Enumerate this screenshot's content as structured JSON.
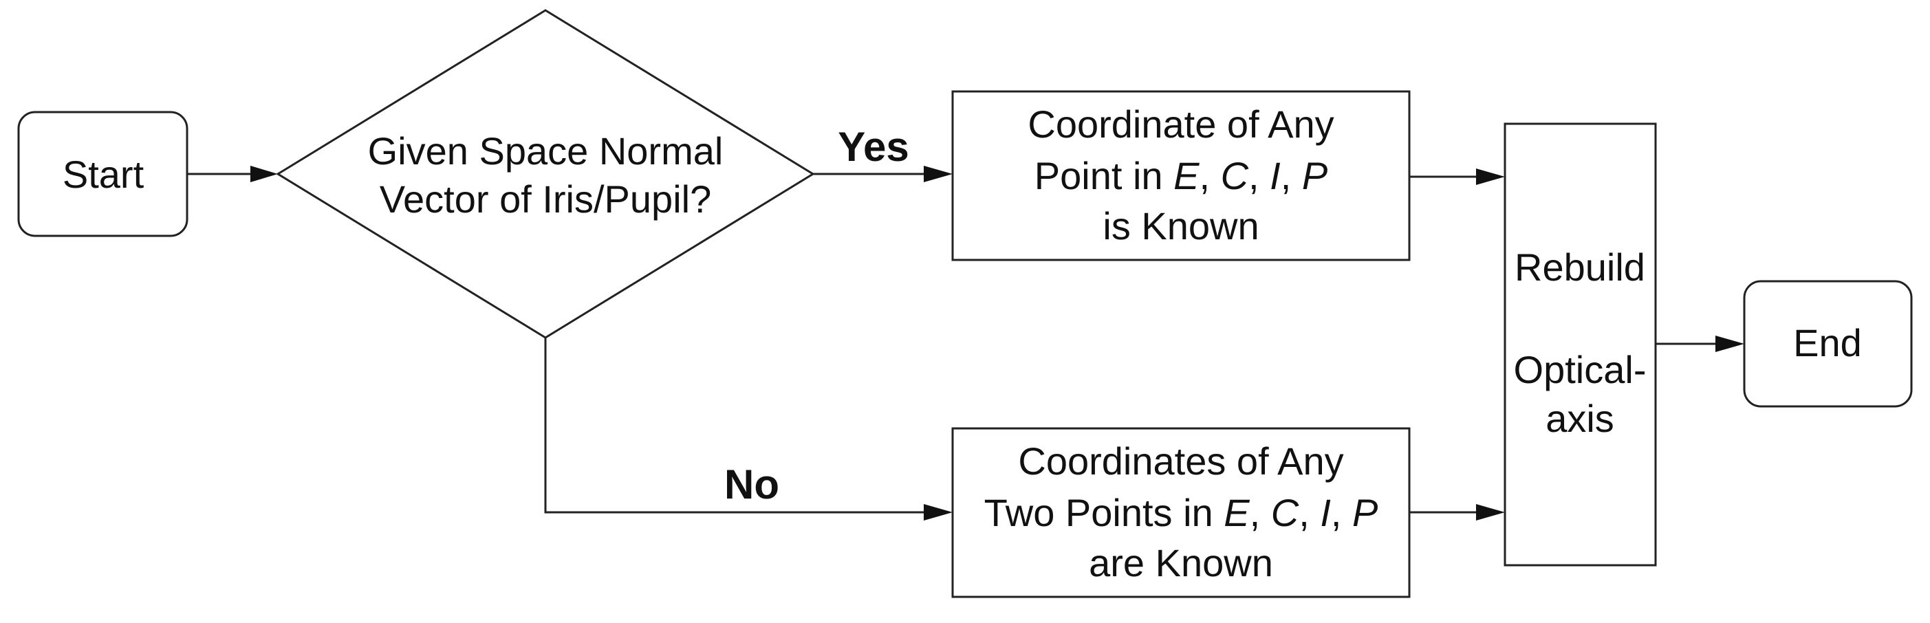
{
  "nodes": {
    "start": {
      "label": "Start"
    },
    "decision": {
      "lines": [
        "Given Space Normal",
        "Vector of Iris/Pupil?"
      ]
    },
    "yes_box": {
      "line1": "Coordinate of Any",
      "line2_prefix": "Point in ",
      "vars": [
        "E",
        "C",
        "I",
        "P"
      ],
      "sep": ", ",
      "line3": "is Known"
    },
    "no_box": {
      "line1": "Coordinates of Any",
      "line2_prefix": "Two Points in ",
      "vars": [
        "E",
        "C",
        "I"
      ],
      "sep": ", ",
      "line3_var": "P",
      "line4": "are Known"
    },
    "rebuild": {
      "line1": "Rebuild",
      "line2": "Optical-",
      "line3": "axis"
    },
    "end": {
      "label": "End"
    }
  },
  "edges": {
    "yes": "Yes",
    "no": "No"
  },
  "colors": {
    "stroke": "#222222",
    "text": "#111111",
    "background": "#ffffff"
  }
}
